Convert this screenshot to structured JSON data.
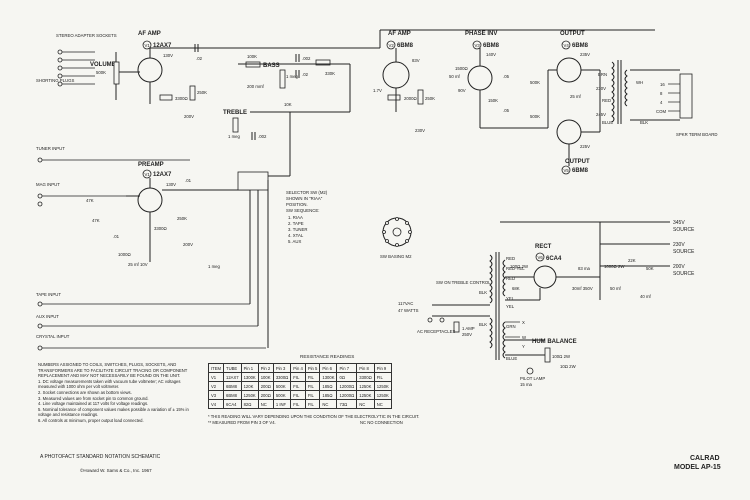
{
  "sections": {
    "af_amp_1": "AF AMP",
    "af_amp_2": "AF AMP",
    "phase_inv": "PHASE INV",
    "output_top": "OUTPUT",
    "output_bottom": "OUTPUT",
    "preamp": "PREAMP",
    "rect": "RECT"
  },
  "tubes": {
    "v1a": "12AX7",
    "v1b": "12AX7",
    "v2": "6BM8",
    "v3": "6BM8",
    "v4": "6BM8",
    "v5": "6BM8",
    "v6": "6CA4"
  },
  "inputs": {
    "stereo": "STEREO ADAPTER SOCKETS",
    "shorting": "SHORTING PLUGS",
    "tuner": "TUNER INPUT",
    "mag": "MAG INPUT",
    "tape": "TAPE INPUT",
    "aux": "AUX INPUT",
    "crystal": "CRYSTAL INPUT"
  },
  "controls": {
    "volume": "VOLUME",
    "bass": "BASS",
    "treble": "TREBLE",
    "hum_balance": "HUM BALANCE",
    "sw_treble": "SW ON TREBLE CONTROL"
  },
  "selector": {
    "title": "SELECTOR SW (M2)",
    "lines": [
      "SHOWN IN \"RIAA\"",
      "POSITION.",
      "SW SEQUENCE:"
    ],
    "items": [
      "1. RIAA",
      "2. TAPE",
      "3. TUNER",
      "4. XTAL",
      "5. AUX"
    ]
  },
  "sw_basing": "SW BASING M2",
  "outputs": {
    "spkr": "SPKR TERM BOARD",
    "taps": [
      "16",
      "8",
      "4",
      "COM"
    ],
    "v345": "345V",
    "v345_label": "SOURCE",
    "v230": "230V",
    "v230_label": "SOURCE",
    "v200": "200V",
    "v200_label": "SOURCE"
  },
  "power": {
    "mains": "117VAC",
    "watts": "47 WATTS",
    "fuse": "1 AMP",
    "fuse2": "250V",
    "ac_receptacles": "AC RECEPTACLES",
    "pilot": "PILOT LAMP",
    "pilot_ma": "15 ma",
    "current": "83 ma",
    "x": "X",
    "w": "W",
    "y": "Y"
  },
  "wire_colors": [
    "RED",
    "RED-YEL",
    "RED",
    "BLK",
    "YEL",
    "YEL",
    "BLK",
    "GRN",
    "BLUE",
    "BRN",
    "WH",
    "RED",
    "BLUE",
    "BLK"
  ],
  "values": {
    "r_500k_vol": "500K",
    "r_250k_a": "250K",
    "r_250k_b": "250K",
    "r_1meg_a": "1 meg",
    "r_1meg_b": "1 meg",
    "r_3300_a": "3300Ω",
    "r_3300_b": "3300Ω",
    "r_100k": "100K",
    "r_330k": "330K",
    "r_500k_a": "500K",
    "r_500k_b": "500K",
    "r_150k": "150K",
    "r_47k": "47K",
    "r_3900": "3900Ω",
    "r_1500": "1500Ω",
    "r_1000": "1000Ω",
    "r_10k": "10K",
    "r_2000": "2000Ω",
    "r_22k": "22K",
    "r_50k": "50K",
    "r_68k": "68K",
    "c_02": ".02",
    "c_002": ".002",
    "c_01": ".01",
    "c_05": ".05",
    "c_200mf": "200 mmf",
    "c_25mf": "25 mf",
    "c_50mf": "50 mf",
    "c_40mf": "40 mf",
    "c_25mf_10": "25 mf 10V",
    "c_50mf_50": "50mf 50V",
    "c_30mf_350": "30mf 350V",
    "r_100_2w": "100Ω 2W",
    "r_10_2w": "10Ω 2W",
    "r_1000_2w": "1000Ω 2W"
  },
  "voltages": {
    "v1a_plate": "130V",
    "v1a_b": "200V",
    "v1b_plate": "130V",
    "v2_plate": "83V",
    "v3_plate": "140V",
    "v3_cat": "90V",
    "v4_plate": "235V",
    "v5_plate": "225V",
    "b_plus_1": "200V",
    "b_plus_2": "230V",
    "b_plus_3": "230V",
    "b_plus_4": "345V",
    "b_plus_5": "245V",
    "neg": "1.7V"
  },
  "notes": [
    "NUMBERS ASSIGNED TO COILS, SWITCHES, PLUGS, SOCKETS, AND TRANSFORMERS ARE TO FACILITATE CIRCUIT TRACING OR COMPONENT REPLACEMENT AND MAY NOT NECESSARILY BE FOUND ON THE UNIT.",
    "1.  DC voltage measurements taken with vacuum tube voltmeter; AC voltages measured with 1000 ohm per volt voltmeter.",
    "2.  Socket connections are shown as bottom views.",
    "3.  Measured values are from socket pin to common ground.",
    "4.  Line voltage maintained at 117 volts for voltage readings.",
    "5.  Nominal tolerance of component values makes possible a variation of ± 15% in voltage and resistance readings.",
    "6.  All controls at minimum, proper output load connected."
  ],
  "resistance": {
    "title": "RESISTANCE READINGS",
    "headers": [
      "ITEM",
      "TUBE",
      "Pin 1",
      "Pin 2",
      "Pin 3",
      "Pin 4",
      "Pin 5",
      "Pin 6",
      "Pin 7",
      "Pin 8",
      "Pin 9"
    ],
    "rows": [
      [
        "V1",
        "12AX7",
        "1300K",
        "100K",
        "3300Ω",
        "FIL",
        "FIL",
        "1300K",
        "0Ω",
        "3300Ω",
        "FIL"
      ],
      [
        "V2",
        "6BM8",
        "120K",
        "200Ω",
        "500K",
        "FIL",
        "FIL",
        "185Ω",
        "12000Ω",
        "1250K",
        "1250K"
      ],
      [
        "V3",
        "6BM8",
        "1250K",
        "200Ω",
        "500K",
        "FIL",
        "FIL",
        "185Ω",
        "12000Ω",
        "1250K",
        "1250K"
      ],
      [
        "V4",
        "6CA4",
        "82Ω",
        "NC",
        "1 INF",
        "FIL",
        "FIL",
        "NC",
        "73Ω",
        "NC",
        "NC"
      ]
    ],
    "footnote_1": "*   THIS READING WILL VARY DEPENDING UPON THE CONDITION OF THE ELECTROLYTIC IN THE CIRCUIT.",
    "footnote_2": "**  MEASURED FROM PIN 3 OF V4.",
    "footnote_nc": "NC   NO CONNECTION"
  },
  "footer": {
    "photofact": "A PHOTOFACT STANDARD NOTATION SCHEMATIC",
    "copyright": "©Howard W. Sams & Co., Inc. 1967",
    "brand": "CALRAD",
    "model": "MODEL AP-15"
  }
}
